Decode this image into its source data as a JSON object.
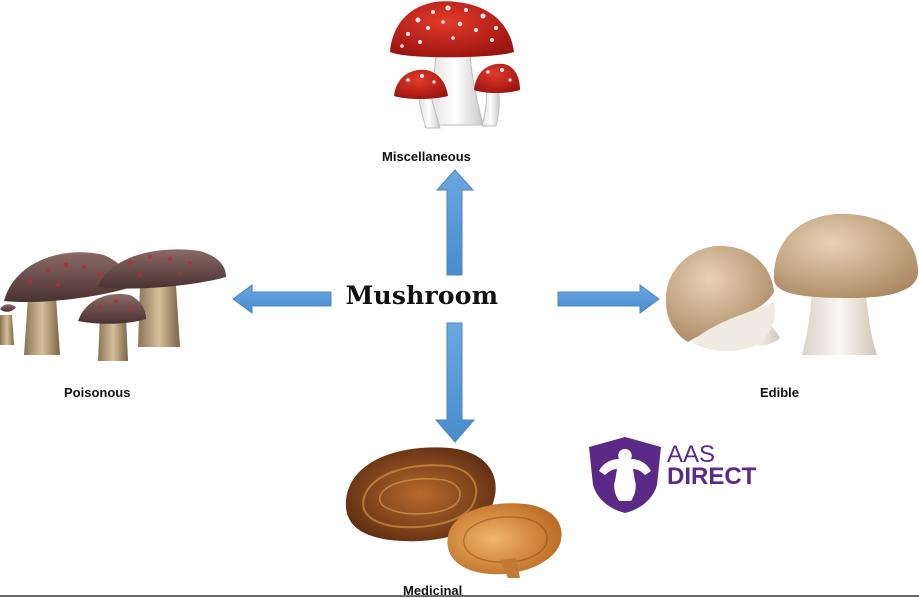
{
  "diagram": {
    "center_title": "Mushroom",
    "branches": [
      {
        "label": "Miscellaneous",
        "icon": "fly-agaric-mushroom-icon"
      },
      {
        "label": "Poisonous",
        "icon": "spotted-brown-mushroom-cluster-icon"
      },
      {
        "label": "Edible",
        "icon": "white-button-mushroom-icon"
      },
      {
        "label": "Medicinal",
        "icon": "reishi-bracket-fungus-icon"
      }
    ],
    "arrow_color": "#5b9bd5"
  },
  "watermark": {
    "line1": "AAS",
    "line2": "DIRECT",
    "color": "#5b2a86",
    "icon": "shield-bodybuilder-icon"
  }
}
